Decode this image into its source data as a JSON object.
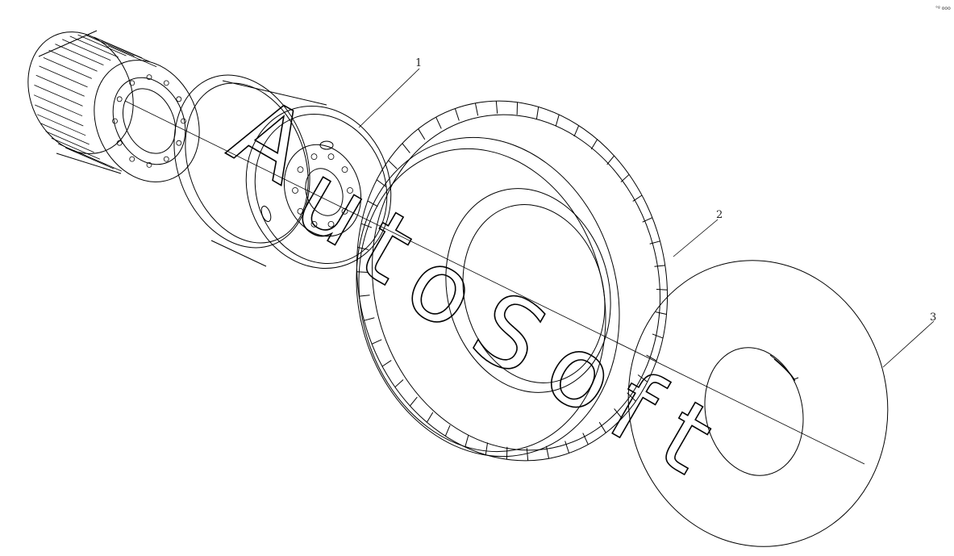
{
  "corner_mark": "°º ooo",
  "callouts": [
    {
      "label": "1"
    },
    {
      "label": "2"
    },
    {
      "label": "3"
    }
  ]
}
